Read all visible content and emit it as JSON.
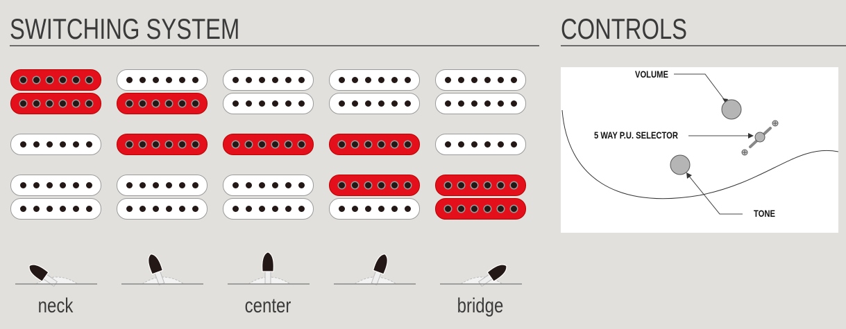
{
  "switching": {
    "title": "SWITCHING SYSTEM",
    "positions": [
      {
        "label": "neck",
        "lever_angle_deg": -55,
        "neck": [
          true,
          true
        ],
        "middle": false,
        "bridge": [
          false,
          false
        ]
      },
      {
        "label": "",
        "lever_angle_deg": -20,
        "neck": [
          false,
          true
        ],
        "middle": true,
        "bridge": [
          false,
          false
        ]
      },
      {
        "label": "center",
        "lever_angle_deg": 0,
        "neck": [
          false,
          false
        ],
        "middle": true,
        "bridge": [
          false,
          false
        ]
      },
      {
        "label": "",
        "lever_angle_deg": 20,
        "neck": [
          false,
          false
        ],
        "middle": true,
        "bridge": [
          true,
          false
        ]
      },
      {
        "label": "bridge",
        "lever_angle_deg": 55,
        "neck": [
          false,
          false
        ],
        "middle": false,
        "bridge": [
          true,
          true
        ]
      }
    ]
  },
  "controls": {
    "title": "CONTROLS",
    "volume": "VOLUME",
    "selector": "5 WAY P.U. SELECTOR",
    "tone": "TONE"
  },
  "colors": {
    "active": "#e3101b",
    "inactive": "#ffffff",
    "pole": "#231815"
  }
}
